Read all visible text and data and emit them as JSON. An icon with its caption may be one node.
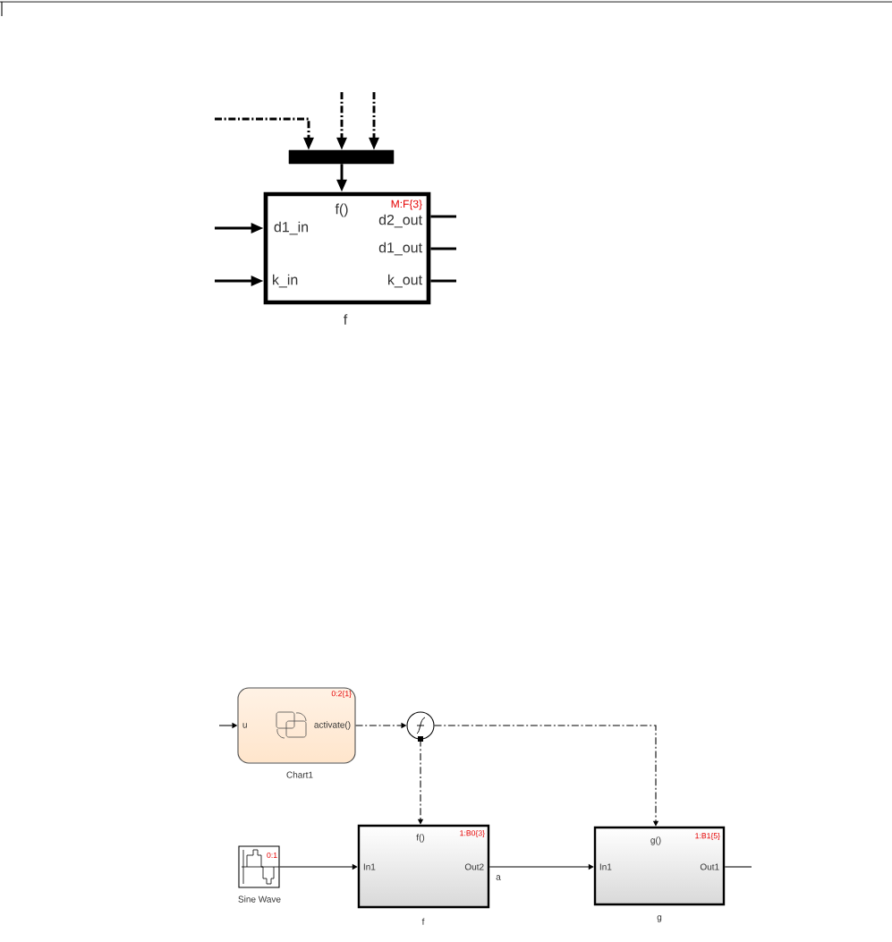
{
  "diagram": {
    "nodes": [
      {
        "text": [],
        "shape": "bar"
      },
      {
        "text": [
          "M:F{3}",
          "f()",
          "d2_out",
          "d1_in",
          "d1_out",
          "k_in",
          "k_out"
        ],
        "beside": [
          "f"
        ]
      },
      {
        "text": [
          "0:2{1}",
          "u",
          "activate()"
        ],
        "beside": [
          "Chart1"
        ]
      },
      {
        "text": [],
        "shape": "circle"
      },
      {
        "text": [
          "0:1"
        ],
        "beside": [
          "Sine Wave"
        ]
      },
      {
        "text": [
          "f()",
          "1:B0{3}",
          "In1",
          "Out2"
        ],
        "beside": [
          "f"
        ]
      },
      {
        "text": [
          "g()",
          "1:B1{5}",
          "In1",
          "Out1"
        ],
        "beside": [
          "g"
        ]
      }
    ],
    "edges": [
      {
        "from": null,
        "to": 0,
        "arrow": "to",
        "style": "dashed"
      },
      {
        "from": null,
        "to": 0,
        "arrow": "to",
        "style": "dashed"
      },
      {
        "from": null,
        "to": 0,
        "arrow": "to",
        "style": "dashed"
      },
      {
        "from": 0,
        "to": 1,
        "arrow": "to"
      },
      {
        "from": null,
        "to": 1,
        "arrow": "to"
      },
      {
        "from": null,
        "to": 1,
        "arrow": "to"
      },
      {
        "from": 1,
        "to": null,
        "arrow": "none"
      },
      {
        "from": 1,
        "to": null,
        "arrow": "none"
      },
      {
        "from": 1,
        "to": null,
        "arrow": "none"
      },
      {
        "from": null,
        "to": 2,
        "arrow": "to"
      },
      {
        "from": 2,
        "to": 3,
        "arrow": "to",
        "style": "dashed"
      },
      {
        "from": 3,
        "to": 5,
        "arrow": "to",
        "style": "dashed"
      },
      {
        "from": 3,
        "to": 6,
        "arrow": "to",
        "style": "dashed"
      },
      {
        "from": 4,
        "to": 5,
        "arrow": "to"
      },
      {
        "from": 5,
        "to": 6,
        "arrow": "to",
        "label": "a"
      },
      {
        "from": 6,
        "to": null,
        "arrow": "none"
      }
    ]
  }
}
